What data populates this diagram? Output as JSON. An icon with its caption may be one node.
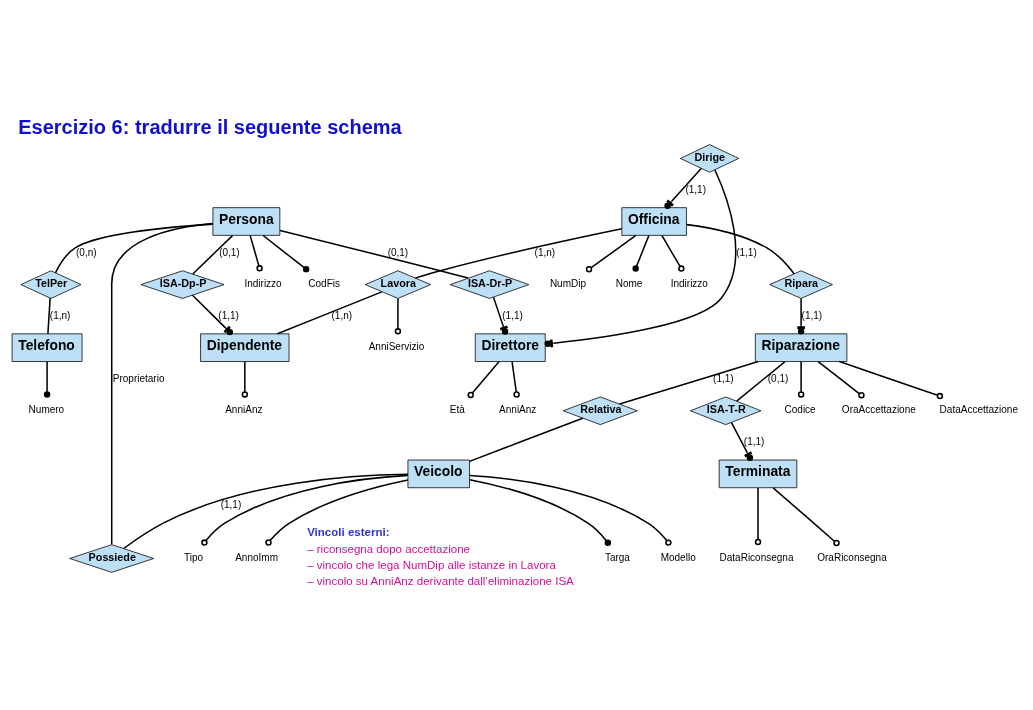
{
  "diagram": {
    "title": "Esercizio 6: tradurre il seguente schema",
    "nodes": [
      {
        "text": [
          "Officina"
        ]
      },
      {
        "text": [
          "Dirige"
        ]
      },
      {
        "text": [
          "Direttore"
        ]
      },
      {
        "text": [
          "Ripara"
        ]
      },
      {
        "text": [
          "Lavora"
        ]
      },
      {
        "text": [
          "Riparazione"
        ]
      },
      {
        "text": [
          "Relativa"
        ]
      },
      {
        "text": [
          "Veicolo"
        ]
      },
      {
        "text": [
          "TelPer"
        ]
      },
      {
        "text": [
          "Telefono"
        ]
      },
      {
        "text": [
          "Persona"
        ]
      },
      {
        "text": [
          "ISA-Dr-P"
        ]
      },
      {
        "text": [
          "ISA-Dp-P"
        ]
      },
      {
        "text": [
          "Dipendente"
        ]
      },
      {
        "text": [
          "Possiede"
        ]
      },
      {
        "text": [
          "ISA-T-R"
        ]
      },
      {
        "text": [
          "Terminata"
        ]
      },
      {
        "text": [
          "NumDip"
        ]
      },
      {
        "text": [
          "Nome"
        ]
      },
      {
        "text": [
          "Indirizzo"
        ]
      },
      {
        "text": [
          "Età"
        ]
      },
      {
        "text": [
          "AnniAnz"
        ]
      },
      {
        "text": [
          "AnniServizio"
        ]
      },
      {
        "text": [
          "Codice"
        ]
      },
      {
        "text": [
          "OraAccettazione"
        ]
      },
      {
        "text": [
          "DataAccettazione"
        ]
      },
      {
        "text": [
          "Targa"
        ]
      },
      {
        "text": [
          "Modello"
        ]
      },
      {
        "text": [
          "Tipo"
        ]
      },
      {
        "text": [
          "AnnoImm"
        ]
      },
      {
        "text": [
          "Numero"
        ]
      },
      {
        "text": [
          "Indirizzo"
        ]
      },
      {
        "text": [
          "CodFis"
        ]
      },
      {
        "text": [
          "AnniAnz"
        ]
      },
      {
        "text": [
          "OraRiconsegna"
        ]
      },
      {
        "text": [
          "DataRiconsegna"
        ]
      }
    ],
    "edges": [
      {
        "from": 1,
        "to": 0,
        "arrow": "other",
        "label": "(1,1)"
      },
      {
        "from": 1,
        "to": 2,
        "arrow": "other",
        "label": "(1,1)"
      },
      {
        "from": 0,
        "to": 3,
        "arrow": "none"
      },
      {
        "from": 3,
        "to": 5,
        "arrow": "other",
        "label": "(1,1)"
      },
      {
        "from": 0,
        "to": 4,
        "arrow": "none",
        "label": "(1,n)"
      },
      {
        "from": 4,
        "to": 13,
        "arrow": "none",
        "label": "(1,n)"
      },
      {
        "from": 5,
        "to": 6,
        "arrow": "none",
        "label": "(1,1)"
      },
      {
        "from": 6,
        "to": 7,
        "arrow": "none"
      },
      {
        "from": 5,
        "to": 15,
        "arrow": "none",
        "label": "(0,1)"
      },
      {
        "from": 15,
        "to": 16,
        "arrow": "other",
        "label": "(1,1)"
      },
      {
        "from": 7,
        "to": 14,
        "arrow": "none",
        "label": "(1,1)"
      },
      {
        "from": 10,
        "to": 14,
        "arrow": "none",
        "label": "Proprietario"
      },
      {
        "from": 8,
        "to": 9,
        "arrow": "none",
        "label": "(1,n)"
      },
      {
        "from": 10,
        "to": 8,
        "arrow": "none",
        "label": "(0,n)"
      },
      {
        "from": 10,
        "to": 11,
        "arrow": "none",
        "label": "(0,1)"
      },
      {
        "from": 11,
        "to": 2,
        "arrow": "other",
        "label": "(1,1)"
      },
      {
        "from": 10,
        "to": 12,
        "arrow": "none",
        "label": "(0,1)"
      },
      {
        "from": 12,
        "to": 13,
        "arrow": "other",
        "label": "(1,1)"
      },
      {
        "from": 0,
        "to": 17,
        "arrow": "other"
      },
      {
        "from": 0,
        "to": 18,
        "arrow": "other"
      },
      {
        "from": 0,
        "to": 19,
        "arrow": "other"
      },
      {
        "from": 2,
        "to": 20,
        "arrow": "other"
      },
      {
        "from": 2,
        "to": 21,
        "arrow": "other"
      },
      {
        "from": 4,
        "to": 22,
        "arrow": "other"
      },
      {
        "from": 5,
        "to": 23,
        "arrow": "other"
      },
      {
        "from": 5,
        "to": 24,
        "arrow": "other"
      },
      {
        "from": 5,
        "to": 25,
        "arrow": "other"
      },
      {
        "from": 7,
        "to": 26,
        "arrow": "other"
      },
      {
        "from": 7,
        "to": 27,
        "arrow": "other"
      },
      {
        "from": 7,
        "to": 28,
        "arrow": "other"
      },
      {
        "from": 7,
        "to": 29,
        "arrow": "other"
      },
      {
        "from": 9,
        "to": 30,
        "arrow": "other"
      },
      {
        "from": 10,
        "to": 31,
        "arrow": "other"
      },
      {
        "from": 10,
        "to": 32,
        "arrow": "other"
      },
      {
        "from": 13,
        "to": 33,
        "arrow": "other"
      },
      {
        "from": 16,
        "to": 34,
        "arrow": "other"
      },
      {
        "from": 16,
        "to": 35,
        "arrow": "other"
      }
    ],
    "labels": [
      "Vincoli esterni:",
      "– riconsegna dopo accettazione",
      "– vincolo che lega NumDip alle istanze in Lavora",
      "– vincolo su AnniAnz derivante dall’eliminazione ISA"
    ]
  }
}
